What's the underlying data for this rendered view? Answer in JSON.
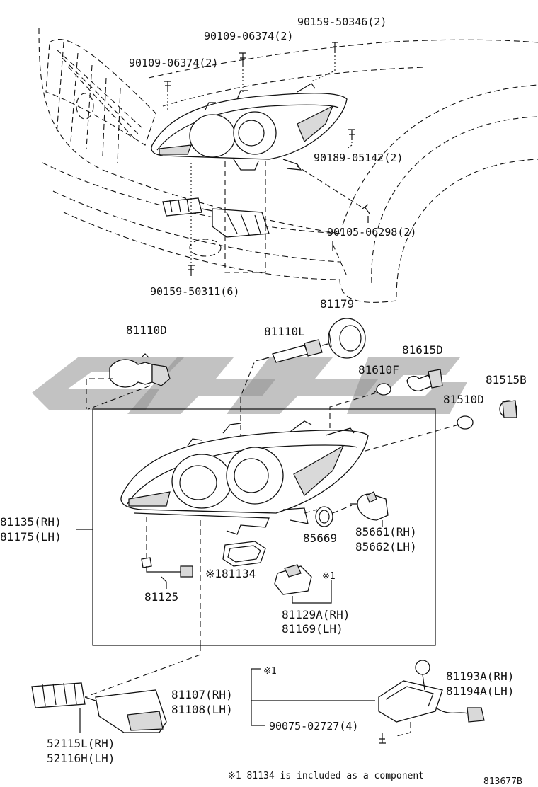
{
  "labels": {
    "b_90159_50346": "90159-50346(2)",
    "b_90109_06374_a": "90109-06374(2)",
    "b_90109_06374_b": "90109-06374(2)",
    "b_90189_05142": "90189-05142(2)",
    "b_90105_06298": "90105-06298(2)",
    "b_90159_50311": "90159-50311(6)",
    "p_81179": "81179",
    "p_81110D": "81110D",
    "p_81110L": "81110L",
    "p_81615D": "81615D",
    "p_81610F": "81610F",
    "p_81515B": "81515B",
    "p_81510D": "81510D",
    "p_81135": "81135(RH)",
    "p_81175": "81175(LH)",
    "p_85669": "85669",
    "p_85661": "85661(RH)",
    "p_85662": "85662(LH)",
    "p_81134": "※181134",
    "p_81125": "81125",
    "p_81129A": "81129A(RH)",
    "p_81169": "81169(LH)",
    "mark_1a": "※1",
    "mark_1b": "※1",
    "p_81193A": "81193A(RH)",
    "p_81194A": "81194A(LH)",
    "p_81107": "81107(RH)",
    "p_81108": "81108(LH)",
    "p_52115L": "52115L(RH)",
    "p_52116H": "52116H(LH)",
    "b_90075_02727": "90075-02727(4)",
    "footnote": "※1 81134 is included as a component",
    "diagram_id": "813677B"
  },
  "colors": {
    "line": "#111111",
    "watermark": "#8f8f8f",
    "part_fill": "#d9d9d9"
  }
}
